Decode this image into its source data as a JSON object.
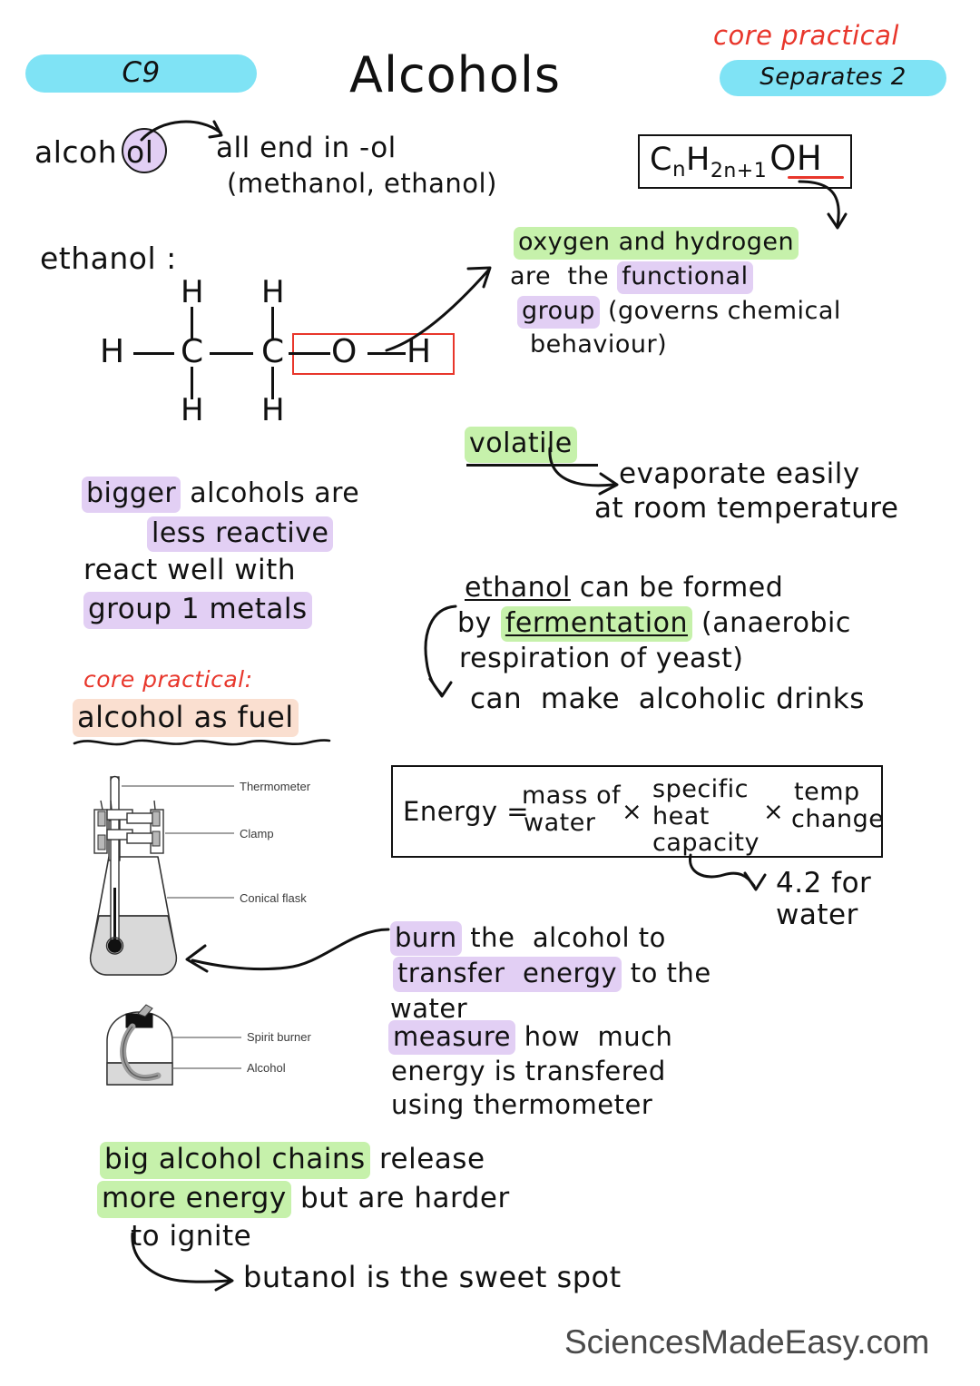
{
  "page": {
    "background": "#ffffff",
    "watermark": "SciencesMadeEasy.com"
  },
  "colors": {
    "badge_cyan": "#7fe3f5",
    "highlight_green": "#c6f1ab",
    "highlight_purple": "#e2cff4",
    "highlight_orange": "#fadfd0",
    "accent_red": "#e8362b",
    "ink": "#111111",
    "diagram_grey": "#d9d9d9",
    "diagram_line": "#555555"
  },
  "header": {
    "topic_code": "C9",
    "title": "Alcohols",
    "core_practical_label": "core practical",
    "tier_badge": "Separates 2"
  },
  "definition": {
    "term": "alcoh",
    "term_circled": "ol",
    "arrow_note_line1": "all end in -ol",
    "arrow_note_line2": "(methanol, ethanol)"
  },
  "general_formula": {
    "prefix": "C",
    "sub_n": "n",
    "h": "H",
    "sub_2n1": "2n+1",
    "functional": "OH",
    "underline_color": "#e8362b"
  },
  "functional_group_note": {
    "line1_hl": "oxygen and hydrogen",
    "line2_plain": "are  the ",
    "line2_hl": "functional",
    "line3_hl": "group",
    "line3_plain": " (governs chemical",
    "line4_plain": "behaviour)"
  },
  "ethanol_diagram": {
    "label": "ethanol :",
    "atoms": {
      "h_left": "H",
      "c1": "C",
      "c2": "C",
      "o": "O",
      "h_right": "H",
      "h_top1": "H",
      "h_top2": "H",
      "h_bot1": "H",
      "h_bot2": "H"
    },
    "highlight_box_color": "#e8362b"
  },
  "volatile": {
    "term": "volatile",
    "note_line1": "evaporate easily",
    "note_line2": "at room temperature"
  },
  "reactivity": {
    "line1_hl": "bigger",
    "line1_plain": " alcohols are",
    "line2_hl": "less reactive",
    "line3_plain": "react well with",
    "line4_hl": "group 1 metals"
  },
  "fermentation": {
    "line1_underlined": "ethanol",
    "line1_plain": " can be formed",
    "line2_pre": "by ",
    "line2_hl": "fermentation",
    "line2_post": " (anaerobic",
    "line3": "respiration of yeast)",
    "result": "can  make  alcoholic drinks"
  },
  "core_practical": {
    "label": "core practical:",
    "title": "alcohol as fuel"
  },
  "apparatus_diagram": {
    "labels": [
      "Thermometer",
      "Clamp",
      "Conical flask"
    ]
  },
  "burner_diagram": {
    "labels": [
      "Spirit burner",
      "Alcohol"
    ]
  },
  "energy_equation": {
    "lhs": "Energy =",
    "term1_line1": "mass of",
    "term1_line2": "water",
    "op1": "×",
    "term2_line1": "specific",
    "term2_line2": "heat",
    "term2_line3": "capacity",
    "op2": "×",
    "term3_line1": "temp",
    "term3_line2": "change",
    "annotation_line1": "4.2 for",
    "annotation_line2": "water"
  },
  "method_notes": {
    "burn_hl": "burn",
    "burn_rest": " the  alcohol to",
    "transfer_hl": "transfer  energy",
    "transfer_rest": " to the",
    "transfer_line3": "water",
    "measure_hl": "measure",
    "measure_rest": " how  much",
    "measure_line2": "energy is transfered",
    "measure_line3": "using thermometer"
  },
  "conclusion": {
    "line1_hl": "big alcohol chains",
    "line1_plain": " release",
    "line2_hl": "more energy",
    "line2_plain": " but are harder",
    "line3": "to ignite",
    "result": "butanol is the sweet spot"
  }
}
